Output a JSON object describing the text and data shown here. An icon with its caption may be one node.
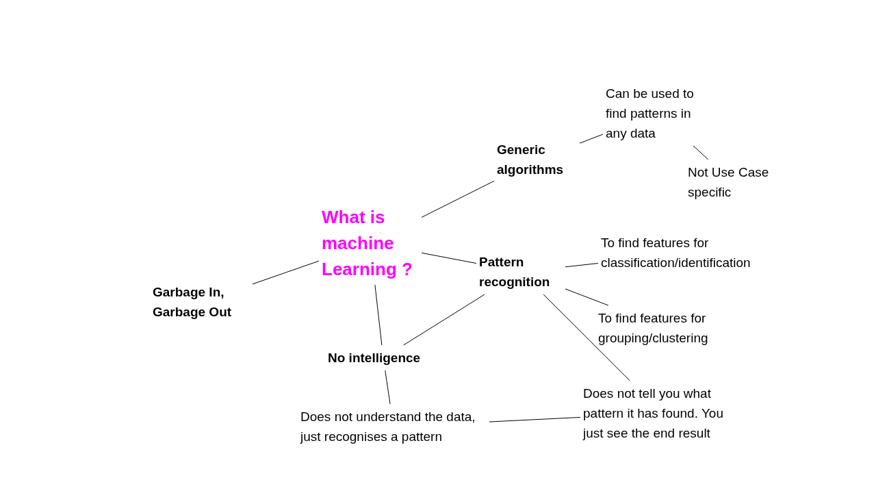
{
  "diagram": {
    "nodes": [
      {
        "text": [
          "What is machine Learning ?"
        ]
      },
      {
        "text": [
          "Generic algorithms"
        ]
      },
      {
        "text": [
          "Can be used to find patterns in any data"
        ]
      },
      {
        "text": [
          "Not Use Case specific"
        ]
      },
      {
        "text": [
          "Pattern recognition"
        ]
      },
      {
        "text": [
          "To find features for classification/identification"
        ]
      },
      {
        "text": [
          "To find features for grouping/clustering"
        ]
      },
      {
        "text": [
          "Garbage In, Garbage Out"
        ]
      },
      {
        "text": [
          "No intelligence"
        ]
      },
      {
        "text": [
          "Does not tell you what pattern it has found. You just see the end result"
        ]
      },
      {
        "text": [
          "Does not understand the data, just recognises a pattern"
        ]
      }
    ],
    "edges": [
      {
        "from": 0,
        "to": 1,
        "arrow": "none"
      },
      {
        "from": 1,
        "to": 2,
        "arrow": "none"
      },
      {
        "from": 2,
        "to": 3,
        "arrow": "none"
      },
      {
        "from": 0,
        "to": 4,
        "arrow": "none"
      },
      {
        "from": 4,
        "to": 5,
        "arrow": "none"
      },
      {
        "from": 4,
        "to": 6,
        "arrow": "none"
      },
      {
        "from": 4,
        "to": 8,
        "arrow": "none"
      },
      {
        "from": 0,
        "to": 8,
        "arrow": "none"
      },
      {
        "from": 0,
        "to": 7,
        "arrow": "none"
      },
      {
        "from": 8,
        "to": 10,
        "arrow": "none"
      },
      {
        "from": 4,
        "to": 9,
        "arrow": "none"
      },
      {
        "from": 10,
        "to": 9,
        "arrow": "none"
      }
    ]
  }
}
